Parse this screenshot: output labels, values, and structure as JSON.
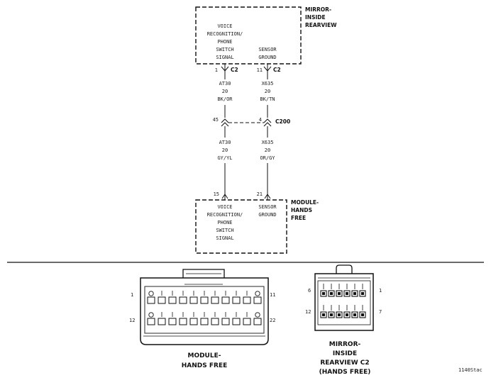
{
  "mirror_top": {
    "title_lines": [
      "MIRROR-",
      "INSIDE",
      "REARVIEW"
    ],
    "left_func": [
      "VOICE",
      "RECOGNITION/",
      "PHONE",
      "SWITCH",
      "SIGNAL"
    ],
    "right_func": [
      "SENSOR",
      "GROUND"
    ]
  },
  "c2_left": {
    "pin": "1",
    "conn": "C2"
  },
  "c2_right": {
    "pin": "11",
    "conn": "C2"
  },
  "wire_upper_left": [
    "AT30",
    "20",
    "BK/OR"
  ],
  "wire_upper_right": [
    "X635",
    "20",
    "BK/TN"
  ],
  "c200": {
    "pin_left": "45",
    "pin_right": "4",
    "conn": "C200"
  },
  "wire_lower_left": [
    "AT30",
    "20",
    "GY/YL"
  ],
  "wire_lower_right": [
    "X635",
    "20",
    "OR/GY"
  ],
  "module_pins": {
    "left": "15",
    "right": "21"
  },
  "module_bottom": {
    "title_lines": [
      "MODULE-",
      "HANDS",
      "FREE"
    ],
    "left_func": [
      "VOICE",
      "RECOGNITION/",
      "PHONE",
      "SWITCH",
      "SIGNAL"
    ],
    "right_func": [
      "SENSOR",
      "GROUND"
    ]
  },
  "connector_module": {
    "pin_labels": {
      "top_left": "1",
      "top_right": "11",
      "bottom_left": "12",
      "bottom_right": "22"
    },
    "caption": [
      "MODULE-",
      "HANDS FREE"
    ]
  },
  "connector_mirror": {
    "pin_labels": {
      "top_left": "6",
      "top_right": "1",
      "bottom_left": "12",
      "bottom_right": "7"
    },
    "caption": [
      "MIRROR-",
      "INSIDE",
      "REARVIEW C2",
      "(HANDS FREE)"
    ]
  },
  "figure_id": "1140Stac"
}
